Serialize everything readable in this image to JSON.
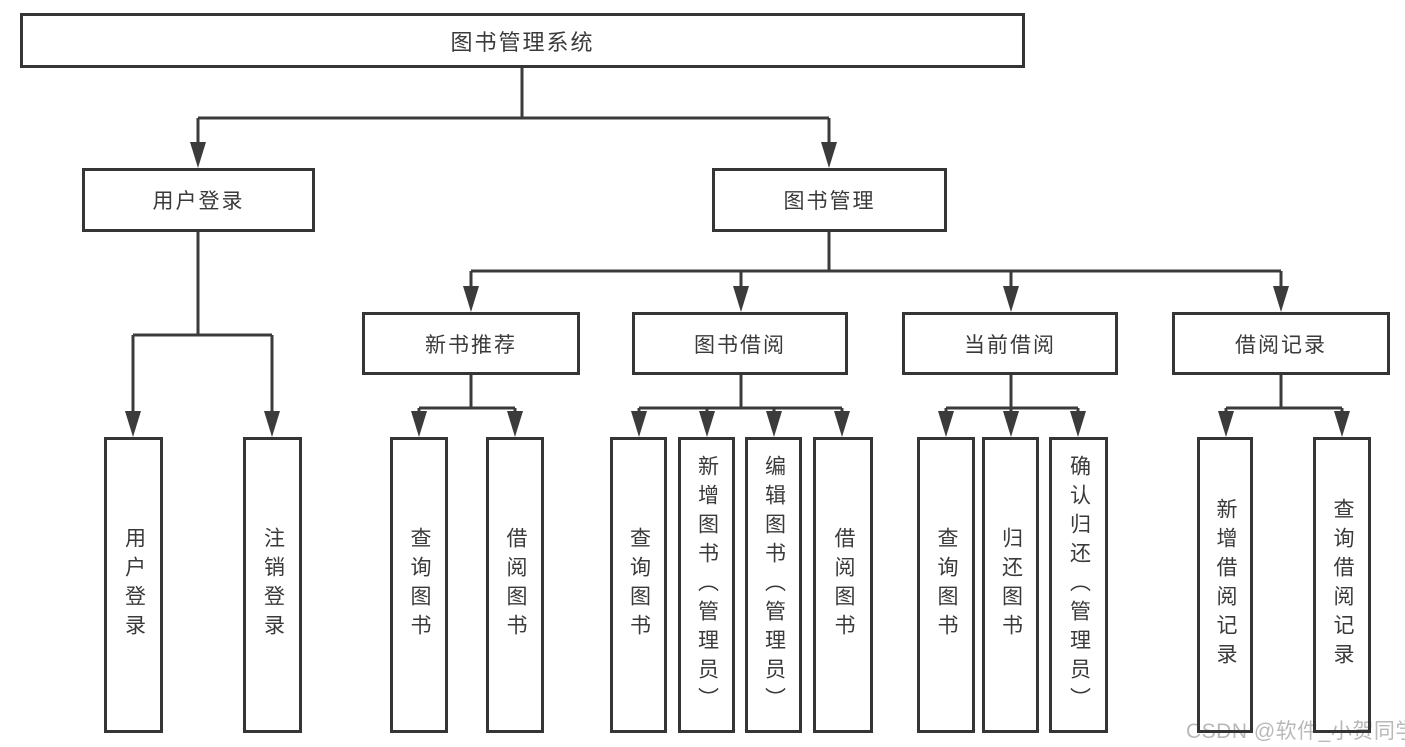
{
  "tree": {
    "label": "图书管理系统",
    "children": [
      {
        "label": "用户登录",
        "children": [
          {
            "label": "用户登录"
          },
          {
            "label": "注销登录"
          }
        ]
      },
      {
        "label": "图书管理",
        "children": [
          {
            "label": "新书推荐",
            "children": [
              {
                "label": "查询图书"
              },
              {
                "label": "借阅图书"
              }
            ]
          },
          {
            "label": "图书借阅",
            "children": [
              {
                "label": "查询图书"
              },
              {
                "label": "新增图书（管理员）"
              },
              {
                "label": "编辑图书（管理员）"
              },
              {
                "label": "借阅图书"
              }
            ]
          },
          {
            "label": "当前借阅",
            "children": [
              {
                "label": "查询图书"
              },
              {
                "label": "归还图书"
              },
              {
                "label": "确认归还（管理员）"
              }
            ]
          },
          {
            "label": "借阅记录",
            "children": [
              {
                "label": "新增借阅记录"
              },
              {
                "label": "查询借阅记录"
              }
            ]
          }
        ]
      }
    ]
  },
  "watermark": "CSDN @软件_小贺同学",
  "colors": {
    "line": "#3b3b3b",
    "border": "#353535",
    "text": "#3a3a3a",
    "watermark": "#b9b9b9"
  }
}
